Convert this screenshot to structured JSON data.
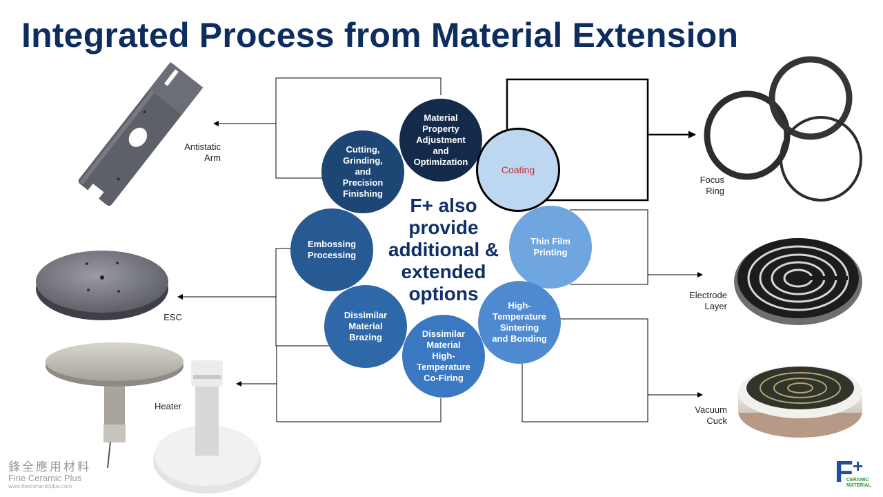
{
  "title": "Integrated Process from Material Extension",
  "center_text": [
    "F+ also",
    "provide",
    "additional &",
    "extended",
    "options"
  ],
  "processes": [
    {
      "lines": [
        "Material",
        "Property",
        "Adjustment",
        "and",
        "Optimization"
      ],
      "color": "#142a4a"
    },
    {
      "lines": [
        "Coating"
      ],
      "color": "#bcd7ef",
      "text_color": "#c0303a"
    },
    {
      "lines": [
        "Thin Film",
        "Printing"
      ],
      "color": "#6fa6df"
    },
    {
      "lines": [
        "High-",
        "Temperature",
        "Sintering",
        "and Bonding"
      ],
      "color": "#4f8ad0"
    },
    {
      "lines": [
        "Dissimilar",
        "Material",
        "High-",
        "Temperature",
        "Co-Firing"
      ],
      "color": "#3a78c2"
    },
    {
      "lines": [
        "Dissimilar",
        "Material",
        "Brazing"
      ],
      "color": "#2f68a8"
    },
    {
      "lines": [
        "Embossing",
        "Processing"
      ],
      "color": "#275a92"
    },
    {
      "lines": [
        "Cutting,",
        "Grinding,",
        "and",
        "Precision",
        "Finishing"
      ],
      "color": "#1e4674"
    }
  ],
  "products": [
    {
      "lines": [
        "Antistatic",
        "Arm"
      ]
    },
    {
      "lines": [
        "ESC"
      ]
    },
    {
      "lines": [
        "Heater"
      ]
    },
    {
      "lines": [
        "Focus",
        "Ring"
      ]
    },
    {
      "lines": [
        "Electrode",
        "Layer"
      ]
    },
    {
      "lines": [
        "Vacuum",
        "Cuck"
      ]
    }
  ],
  "logo": {
    "chinese": "鋒全應用材料",
    "english": "Fine Ceramic Plus",
    "url": "www.fineceramicplus.com"
  },
  "brand": {
    "mark": "F",
    "plus": "+",
    "sub1": "CERAMIC",
    "sub2": "MATERIAL"
  }
}
